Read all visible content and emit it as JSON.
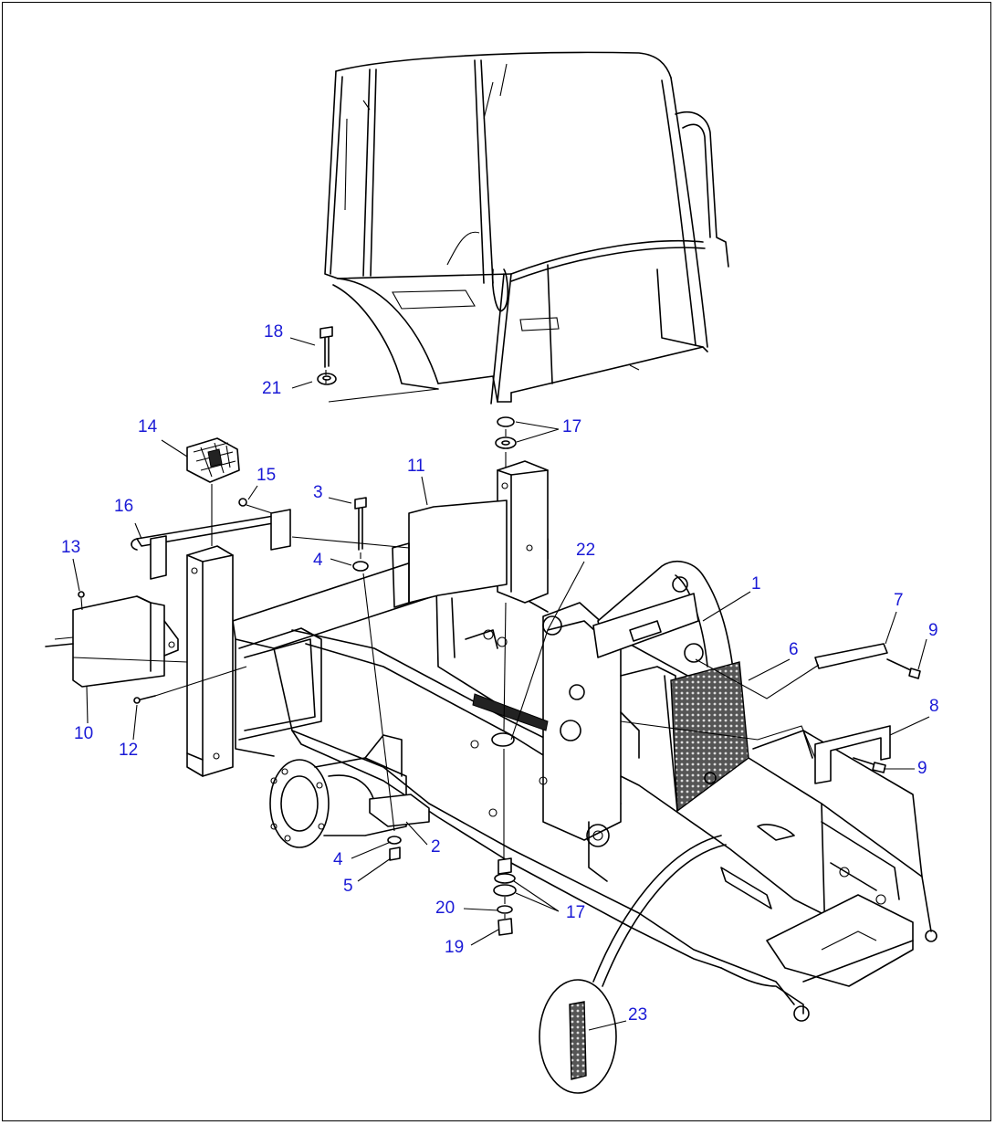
{
  "diagram": {
    "callouts": [
      {
        "id": "c1",
        "text": "1"
      },
      {
        "id": "c2",
        "text": "2"
      },
      {
        "id": "c3",
        "text": "3"
      },
      {
        "id": "c4a",
        "text": "4"
      },
      {
        "id": "c4b",
        "text": "4"
      },
      {
        "id": "c5",
        "text": "5"
      },
      {
        "id": "c6",
        "text": "6"
      },
      {
        "id": "c7",
        "text": "7"
      },
      {
        "id": "c8",
        "text": "8"
      },
      {
        "id": "c9a",
        "text": "9"
      },
      {
        "id": "c9b",
        "text": "9"
      },
      {
        "id": "c10",
        "text": "10"
      },
      {
        "id": "c11",
        "text": "11"
      },
      {
        "id": "c12",
        "text": "12"
      },
      {
        "id": "c13",
        "text": "13"
      },
      {
        "id": "c14",
        "text": "14"
      },
      {
        "id": "c15",
        "text": "15"
      },
      {
        "id": "c16",
        "text": "16"
      },
      {
        "id": "c17a",
        "text": "17"
      },
      {
        "id": "c17b",
        "text": "17"
      },
      {
        "id": "c18",
        "text": "18"
      },
      {
        "id": "c19",
        "text": "19"
      },
      {
        "id": "c20",
        "text": "20"
      },
      {
        "id": "c21",
        "text": "21"
      },
      {
        "id": "c22",
        "text": "22"
      },
      {
        "id": "c23",
        "text": "23"
      }
    ],
    "label_color": "#1a1ad6",
    "line_color": "#000000"
  }
}
